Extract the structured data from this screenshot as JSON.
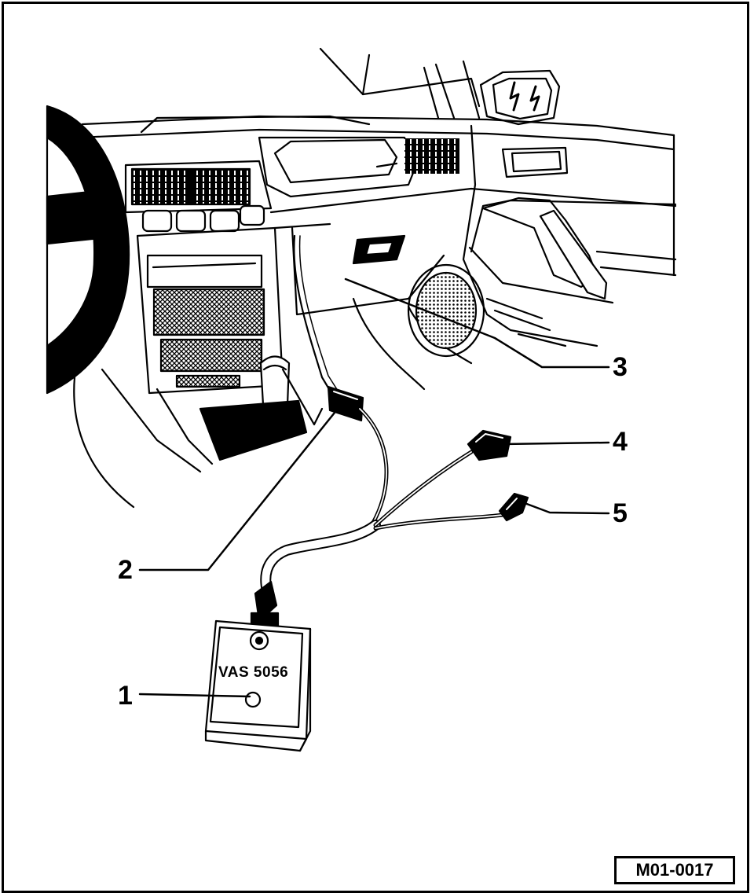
{
  "device": {
    "label": "VAS 5056"
  },
  "callouts": [
    {
      "number": "1"
    },
    {
      "number": "2"
    },
    {
      "number": "3"
    },
    {
      "number": "4"
    },
    {
      "number": "5"
    }
  ],
  "figure_id": "M01-0017"
}
